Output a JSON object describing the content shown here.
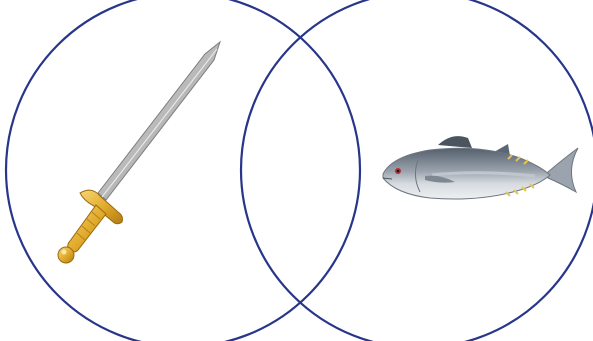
{
  "diagram": {
    "type": "venn",
    "circle_stroke": "#27358a",
    "sets": [
      {
        "icon": "sword-icon",
        "region": "left-only"
      },
      {
        "icon": "tuna-fish-icon",
        "region": "right-only"
      }
    ],
    "intersection": {
      "items": []
    }
  }
}
